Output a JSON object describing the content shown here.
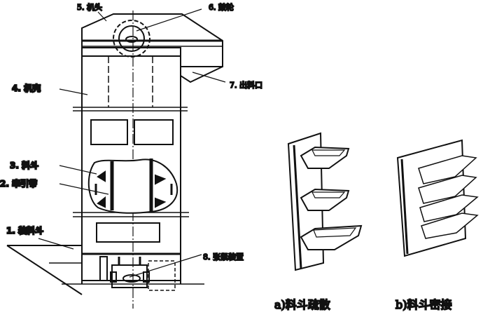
{
  "labels": {
    "head": "5. 机头",
    "drum": "6. 鼓轮",
    "casing": "4. 机壳",
    "outlet": "7. 出料口",
    "bucket": "3. 料斗",
    "belt": "2. 牵引带",
    "hopper": "1. 装料斗",
    "tensioner": "8. 张紧装置"
  },
  "captions": {
    "a": "a)料斗疏散",
    "b": "b)料斗密接"
  }
}
